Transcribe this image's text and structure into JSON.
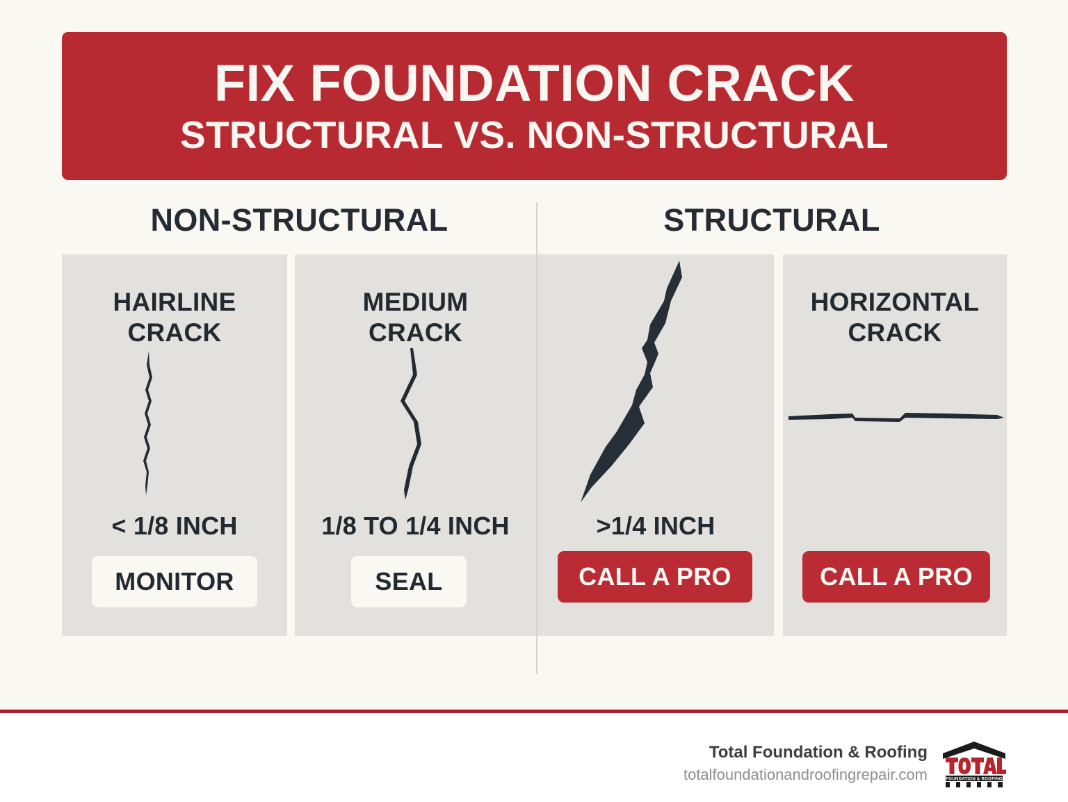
{
  "banner": {
    "title": "FIX FOUNDATION CRACK",
    "subtitle": "STRUCTURAL VS. NON-STRUCTURAL"
  },
  "columns": {
    "non_structural_heading": "NON-STRUCTURAL",
    "structural_heading": "STRUCTURAL"
  },
  "cards": [
    {
      "key": "hairline",
      "title": "HAIRLINE\nCRACK",
      "title_line1": "HAIRLINE",
      "title_line2": "CRACK",
      "size": "< 1/8 INCH",
      "action": "MONITOR",
      "action_style": "light",
      "crack_icon": "hairline-crack-icon"
    },
    {
      "key": "medium",
      "title_line1": "MEDIUM",
      "title_line2": "CRACK",
      "size": "1/8 TO 1/4 INCH",
      "action": "SEAL",
      "action_style": "light",
      "crack_icon": "medium-crack-icon"
    },
    {
      "key": "structural",
      "title_line1": "",
      "title_line2": "",
      "size": ">1/4 INCH",
      "action": "CALL A PRO",
      "action_style": "danger",
      "crack_icon": "large-structural-crack-icon"
    },
    {
      "key": "horizontal",
      "title_line1": "HORIZONTAL",
      "title_line2": "CRACK",
      "size": "",
      "action": "CALL A PRO",
      "action_style": "danger",
      "crack_icon": "horizontal-crack-icon"
    }
  ],
  "footer": {
    "company": "Total Foundation & Roofing",
    "url": "totalfoundationandroofingrepair.com",
    "logo": {
      "wordmark": "TOTAL",
      "tagline": "FOUNDATION & ROOFING"
    }
  },
  "colors": {
    "brand_red": "#B82A32",
    "button_red": "#BB2B33",
    "rule_red": "#AF2028",
    "page_background": "#FAF8F3",
    "card_background": "#E3E1DD",
    "ink": "#212931",
    "crack": "#222A33"
  }
}
